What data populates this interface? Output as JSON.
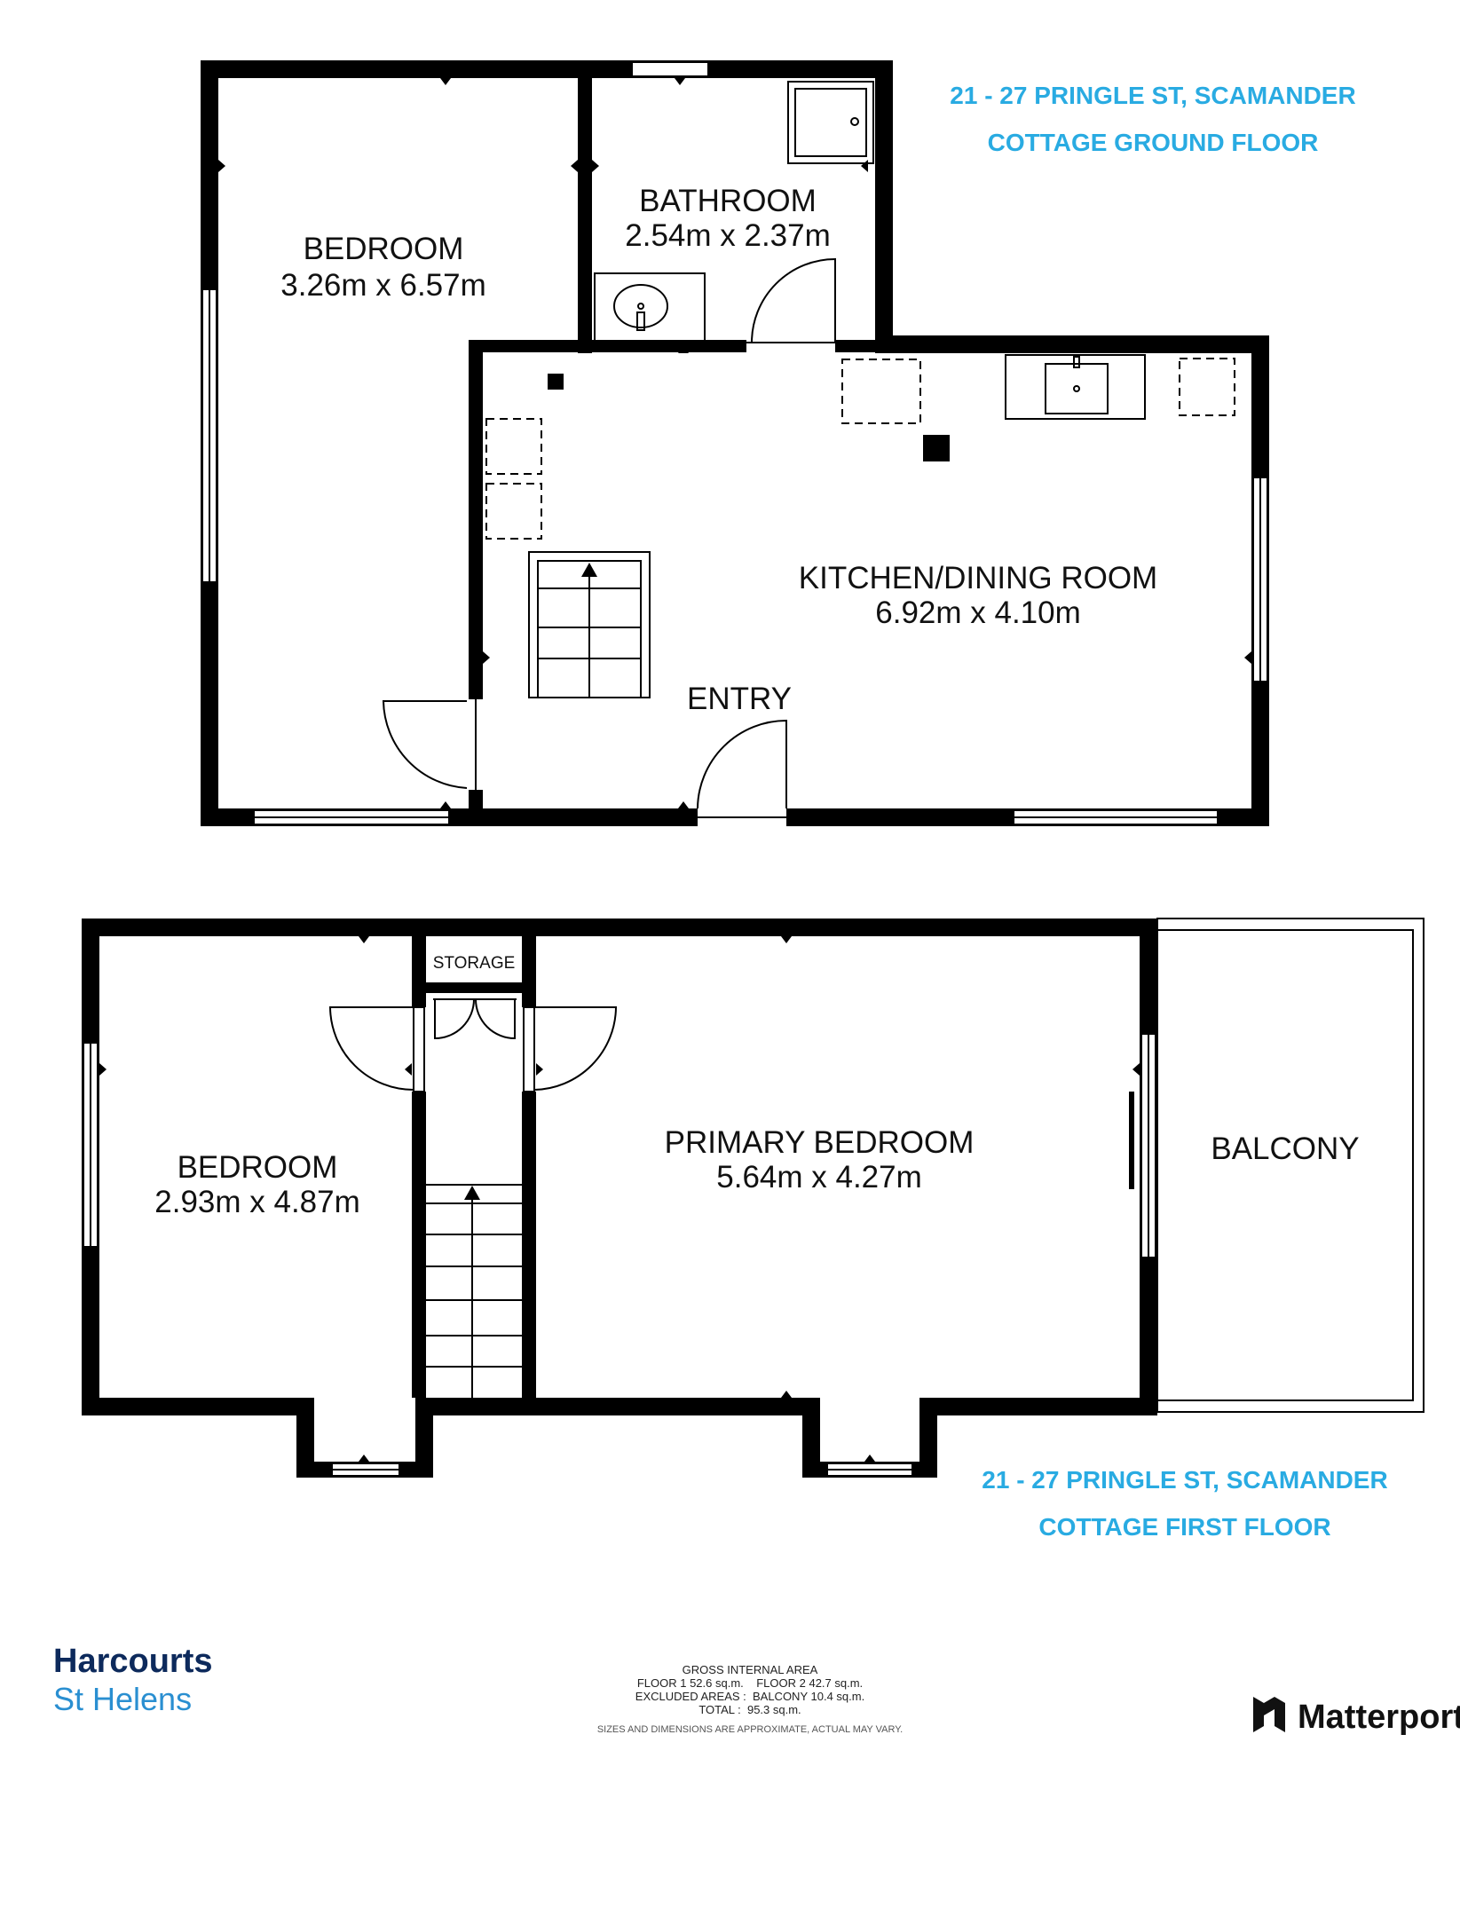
{
  "ground_floor": {
    "address": "21 - 27 PRINGLE ST, SCAMANDER",
    "title": "COTTAGE GROUND FLOOR",
    "rooms": [
      {
        "name": "BEDROOM",
        "dims": "3.26m x 6.57m"
      },
      {
        "name": "BATHROOM",
        "dims": "2.54m x 2.37m"
      },
      {
        "name": "KITCHEN/DINING ROOM",
        "dims": "6.92m x 4.10m"
      },
      {
        "name": "ENTRY",
        "dims": ""
      }
    ]
  },
  "first_floor": {
    "address": "21 - 27 PRINGLE ST, SCAMANDER",
    "title": "COTTAGE FIRST FLOOR",
    "rooms": [
      {
        "name": "BEDROOM",
        "dims": "2.93m x 4.87m"
      },
      {
        "name": "STORAGE",
        "dims": ""
      },
      {
        "name": "PRIMARY BEDROOM",
        "dims": "5.64m x 4.27m"
      },
      {
        "name": "BALCONY",
        "dims": ""
      }
    ]
  },
  "area_summary": {
    "heading": "GROSS INTERNAL AREA",
    "line1": "FLOOR 1 52.6 sq.m.    FLOOR 2 42.7 sq.m.",
    "line2": "EXCLUDED AREAS :  BALCONY 10.4 sq.m.",
    "line3": "TOTAL :  95.3 sq.m.",
    "note": "SIZES AND DIMENSIONS ARE APPROXIMATE, ACTUAL MAY VARY."
  },
  "branding": {
    "agency_line1": "Harcourts",
    "agency_line2": "St Helens",
    "software": "Matterport",
    "accent_color": "#29abe2",
    "agency_color": "#0d2a5c",
    "matterport_icon": "matterport-logo-icon"
  }
}
